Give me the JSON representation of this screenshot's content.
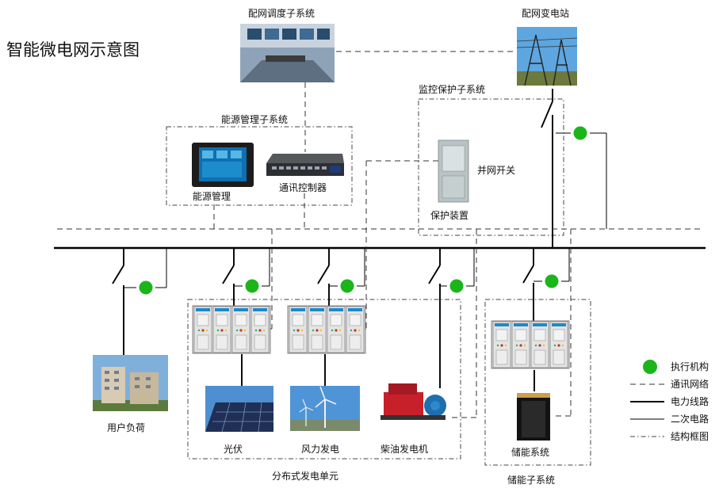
{
  "title": "智能微电网示意图",
  "nodes": {
    "dispatch": "配网调度子系统",
    "substation": "配网变电站",
    "ems_group": "能源管理子系统",
    "ems": "能源管理",
    "comm_ctrl": "通讯控制器",
    "monitor_group": "监控保护子系统",
    "grid_switch": "并网开关",
    "protect": "保护装置",
    "load": "用户负荷",
    "pv": "光伏",
    "wind": "风力发电",
    "diesel": "柴油发电机",
    "dg_unit": "分布式发电单元",
    "storage": "储能系统",
    "storage_group": "储能子系统"
  },
  "legend": {
    "actuator": "执行机构",
    "comm_net": "通讯网络",
    "power_line": "电力线路",
    "secondary": "二次电路",
    "frame": "结构框图"
  },
  "colors": {
    "actuator": "#1bb51b",
    "line": "#000000"
  },
  "icons": {
    "dispatch": "control-room-photo",
    "substation": "substation-tower-photo",
    "ems": "touch-panel-photo",
    "comm_ctrl": "network-switch-photo",
    "protect": "cabinet-photo",
    "load": "apartment-building-photo",
    "pv": "solar-panel-photo",
    "wind": "wind-turbine-photo",
    "diesel": "diesel-generator-photo",
    "storage": "battery-photo",
    "switchgear": "switchgear-cabinet-photo"
  }
}
